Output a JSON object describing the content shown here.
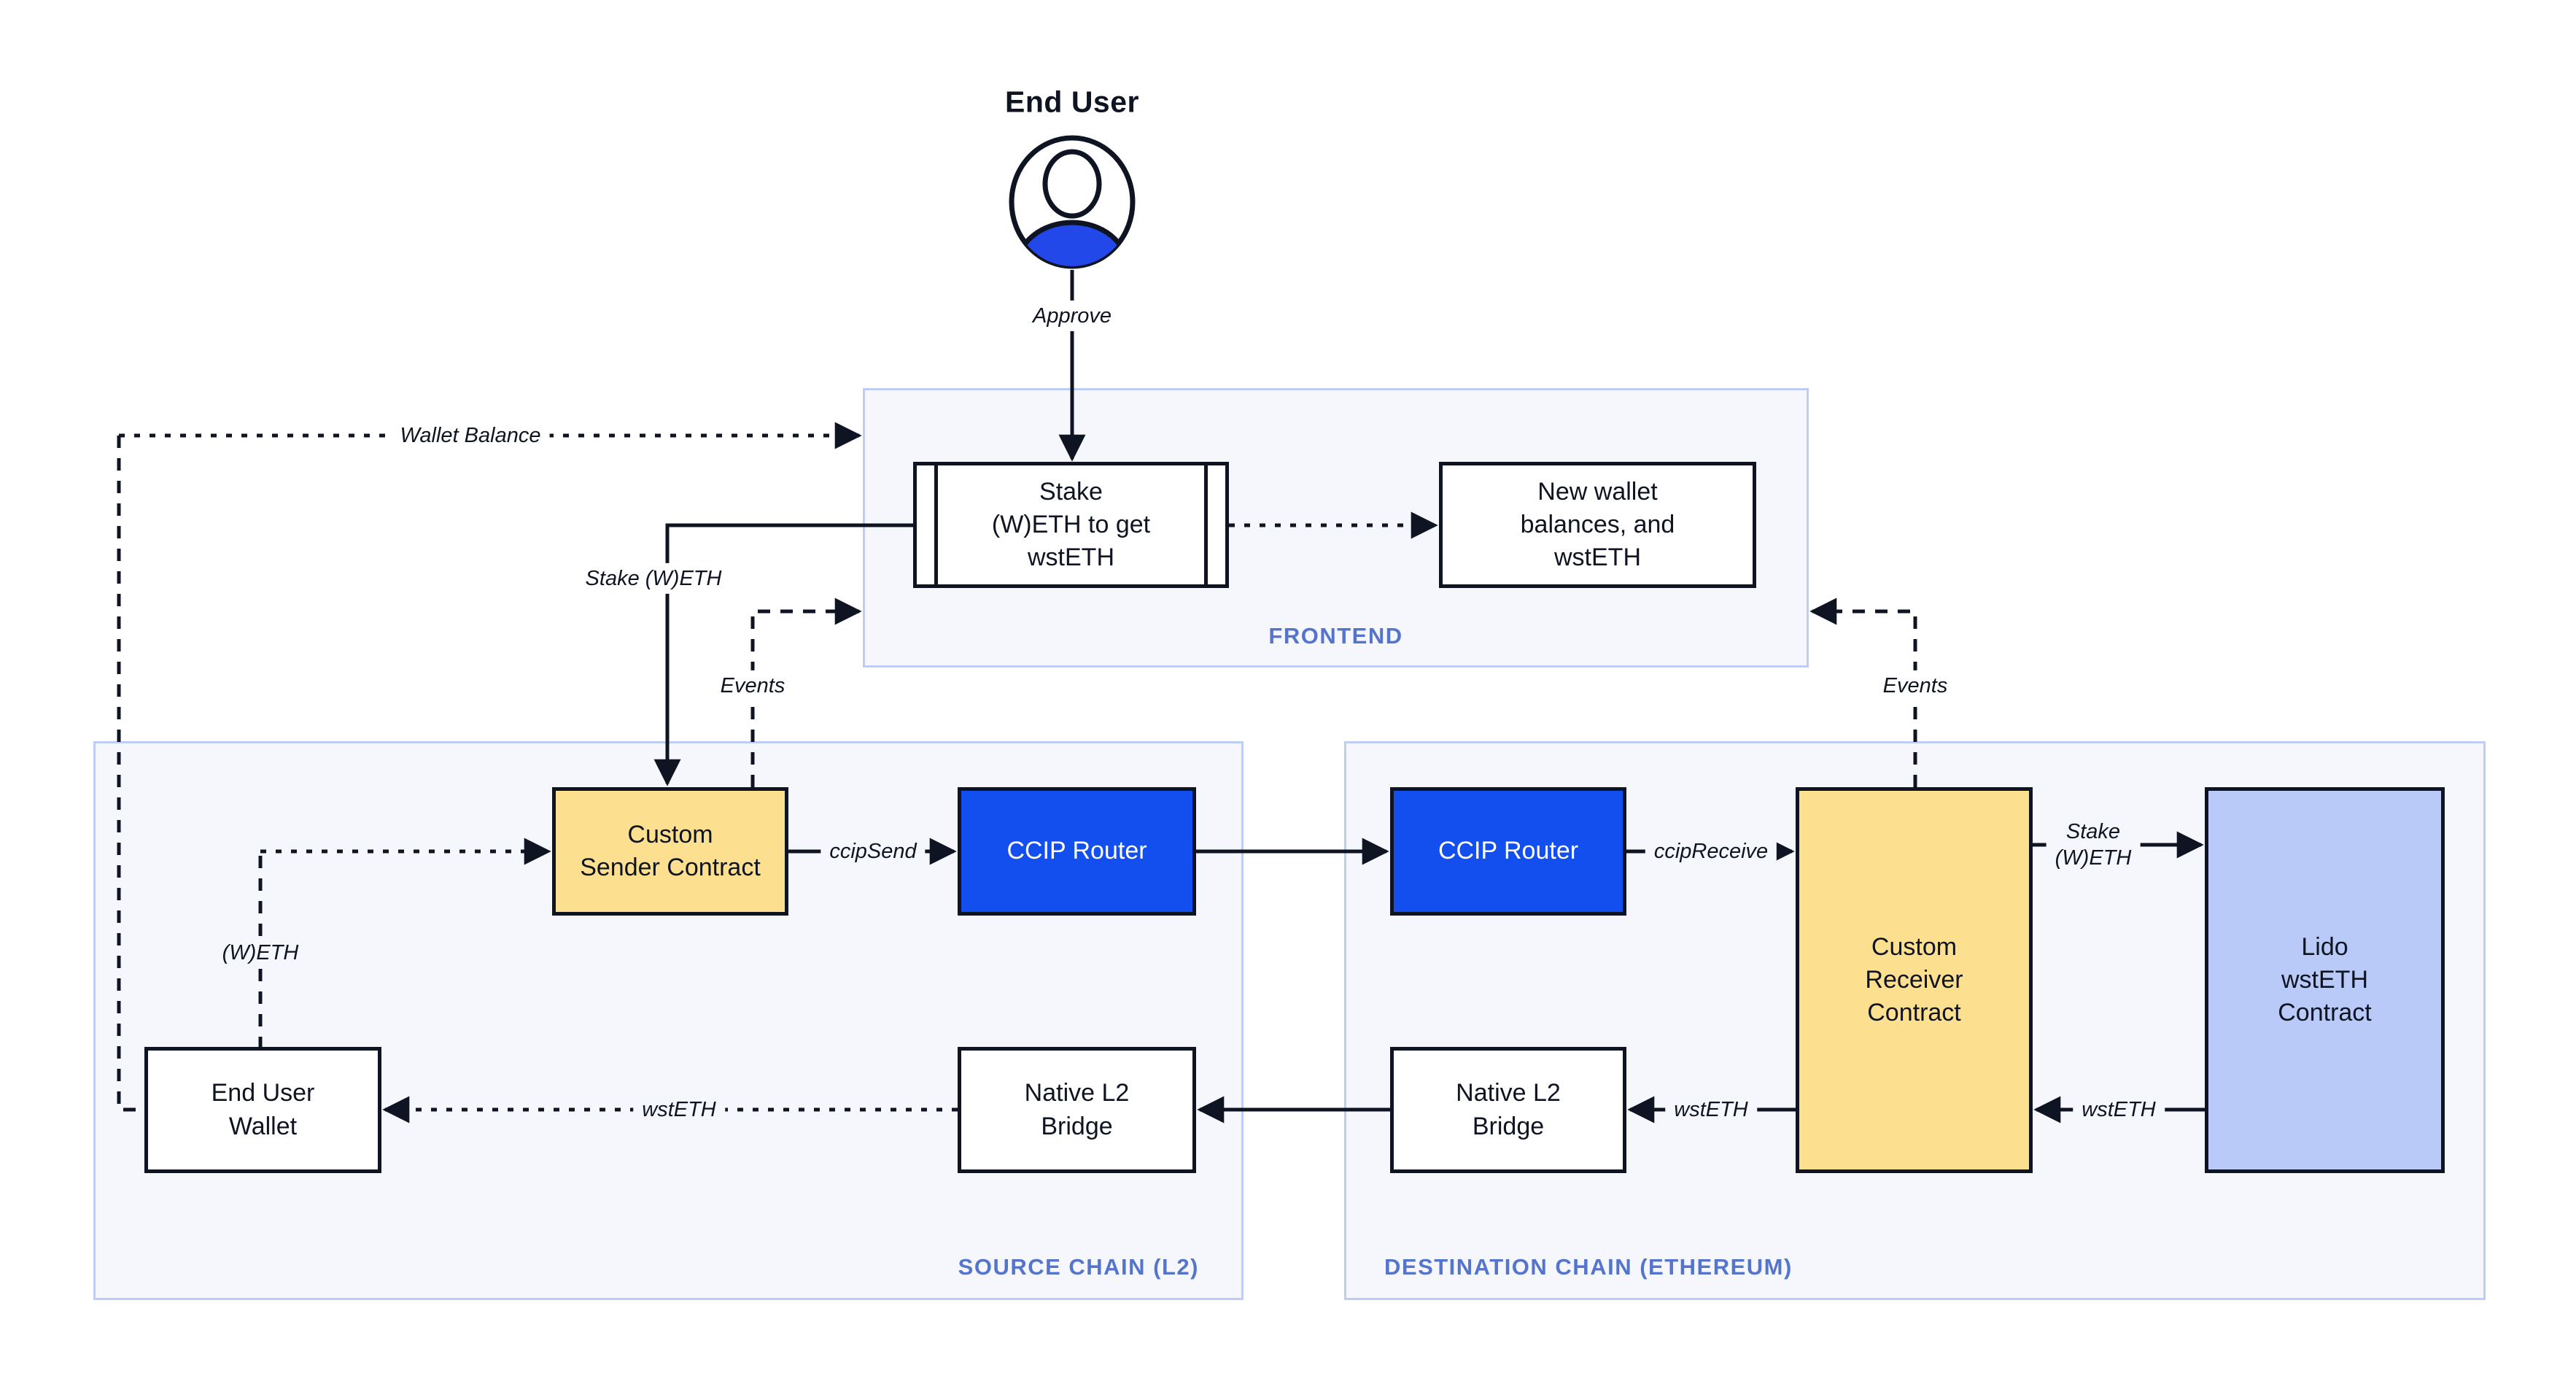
{
  "end_user": {
    "title": "End User",
    "approve_label": "Approve"
  },
  "frontend": {
    "label": "FRONTEND",
    "stake_box": {
      "lines": [
        "Stake",
        "(W)ETH to get",
        "wstETH"
      ]
    },
    "new_wallet_box": {
      "lines": [
        "New wallet",
        "balances, and",
        "wstETH"
      ]
    }
  },
  "source_chain": {
    "label": "SOURCE CHAIN (L2)",
    "sender": {
      "lines": [
        "Custom",
        "Sender Contract"
      ]
    },
    "ccip_router": {
      "lines": [
        "CCIP Router"
      ]
    },
    "bridge": {
      "lines": [
        "Native L2",
        "Bridge"
      ]
    },
    "wallet": {
      "lines": [
        "End User",
        "Wallet"
      ]
    }
  },
  "destination_chain": {
    "label": "DESTINATION CHAIN (ETHEREUM)",
    "ccip_router": {
      "lines": [
        "CCIP Router"
      ]
    },
    "receiver": {
      "lines": [
        "Custom",
        "Receiver",
        "Contract"
      ]
    },
    "lido": {
      "lines": [
        "Lido",
        "wstETH",
        "Contract"
      ]
    },
    "bridge": {
      "lines": [
        "Native L2",
        "Bridge"
      ]
    }
  },
  "edge_labels": {
    "wallet_balance": "Wallet Balance",
    "stake_weth": "Stake (W)ETH",
    "events_left": "Events",
    "events_right": "Events",
    "ccip_send": "ccipSend",
    "ccip_receive": "ccipReceive",
    "stake_weth_dest": {
      "lines": [
        "Stake",
        "(W)ETH"
      ]
    },
    "wsteth_lido": "wstETH",
    "wsteth_receiver": "wstETH",
    "wsteth_bridge": "wstETH",
    "weth": "(W)ETH"
  },
  "colors": {
    "ink": "#0F1422",
    "accent_blue": "#134FEE",
    "contract_yellow": "#FDE08F",
    "lido_periwinkle": "#B9CAF8",
    "panel_bg": "#F5F7FD",
    "panel_border": "#BFCCF4",
    "section_label_blue": "#5575CD",
    "user_icon_blue": "#2348EA"
  }
}
